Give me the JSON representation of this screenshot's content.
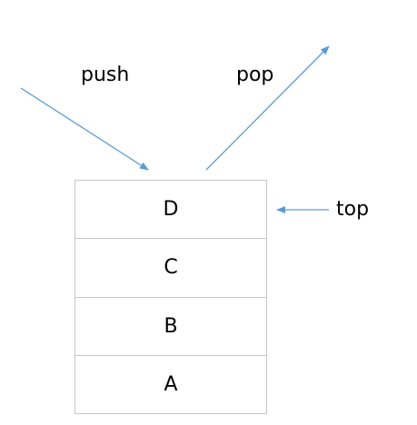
{
  "labels": {
    "push": "push",
    "pop": "pop",
    "top": "top"
  },
  "stack": {
    "items": [
      "D",
      "C",
      "B",
      "A"
    ]
  },
  "colors": {
    "arrow": "#5b9bd5",
    "cell_border": "#c6c6c6"
  }
}
